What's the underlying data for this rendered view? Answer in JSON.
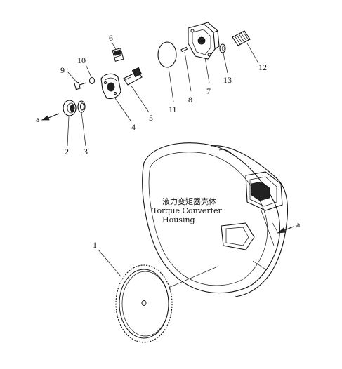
{
  "housing_caption": {
    "zh": "液力变矩器壳体",
    "line1": "Torque Converter",
    "line2": "Housing"
  },
  "arrow_labels": {
    "left": "a",
    "right": "a"
  },
  "part_numbers": {
    "p1": "1",
    "p2": "2",
    "p3": "3",
    "p4": "4",
    "p5": "5",
    "p6": "6",
    "p7": "7",
    "p8": "8",
    "p9": "9",
    "p10": "10",
    "p11": "11",
    "p12": "12",
    "p13": "13"
  }
}
